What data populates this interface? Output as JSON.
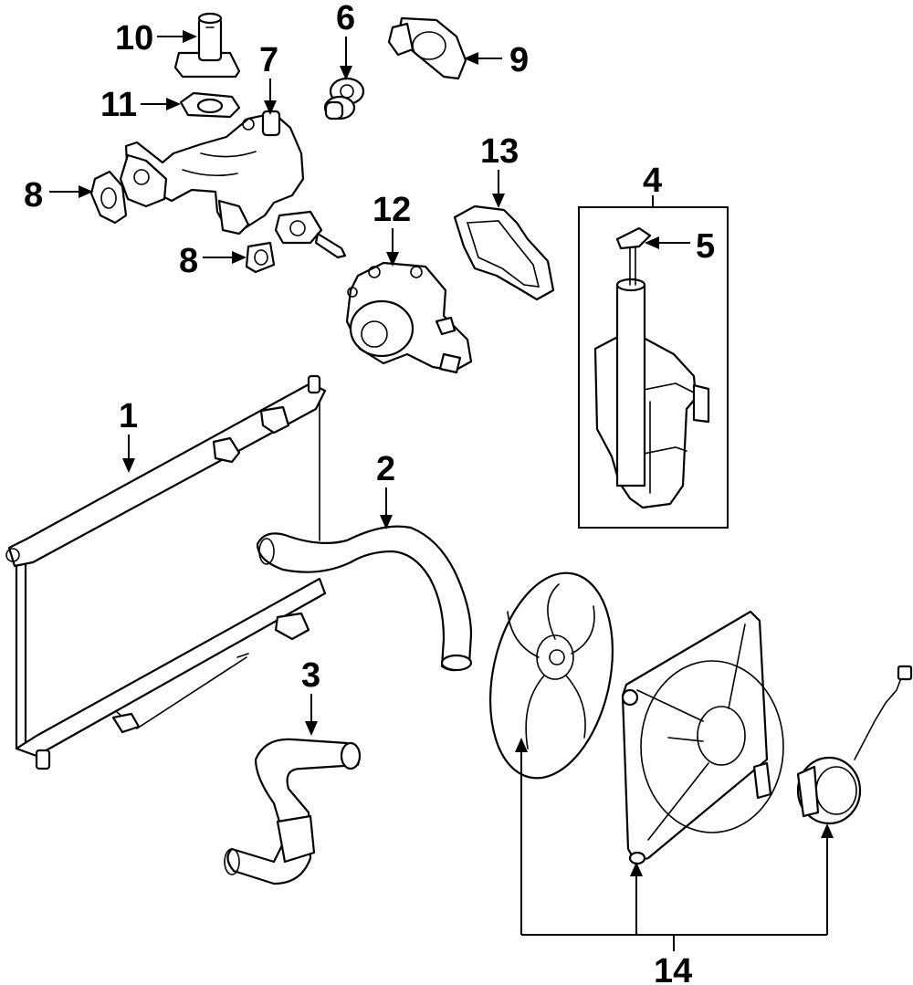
{
  "callouts": {
    "c1": "1",
    "c2": "2",
    "c3": "3",
    "c4": "4",
    "c5": "5",
    "c6": "6",
    "c7": "7",
    "c8a": "8",
    "c8b": "8",
    "c9": "9",
    "c10": "10",
    "c11": "11",
    "c12": "12",
    "c13": "13",
    "c14": "14"
  }
}
